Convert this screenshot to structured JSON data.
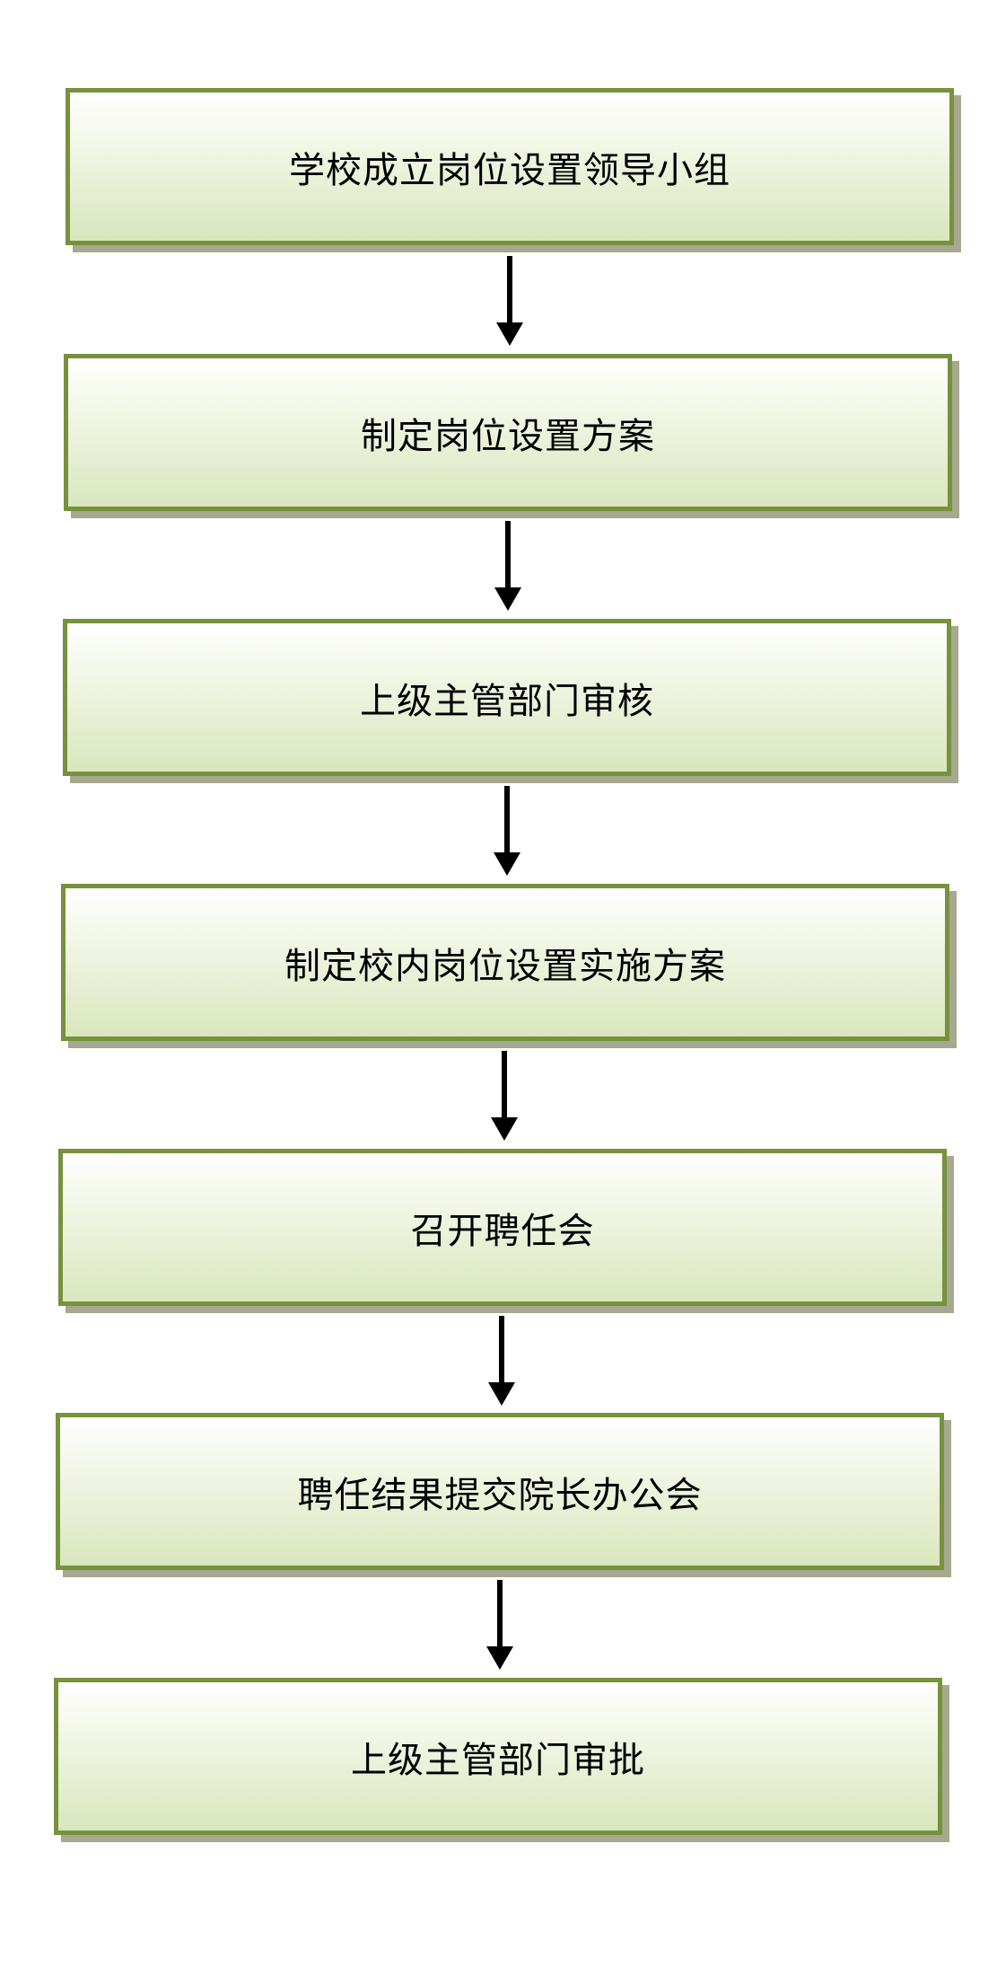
{
  "flowchart": {
    "steps": [
      {
        "label": "学校成立岗位设置领导小组"
      },
      {
        "label": "制定岗位设置方案"
      },
      {
        "label": "上级主管部门审核"
      },
      {
        "label": "制定校内岗位设置实施方案"
      },
      {
        "label": "召开聘任会"
      },
      {
        "label": "聘任结果提交院长办公会"
      },
      {
        "label": "上级主管部门审批"
      }
    ],
    "colors": {
      "box_border": "#76923c",
      "box_fill_top": "#ffffff",
      "box_fill_bottom": "#d9e6bd",
      "box_shadow": "#a6a88f",
      "arrow": "#000000",
      "text": "#000000"
    }
  }
}
